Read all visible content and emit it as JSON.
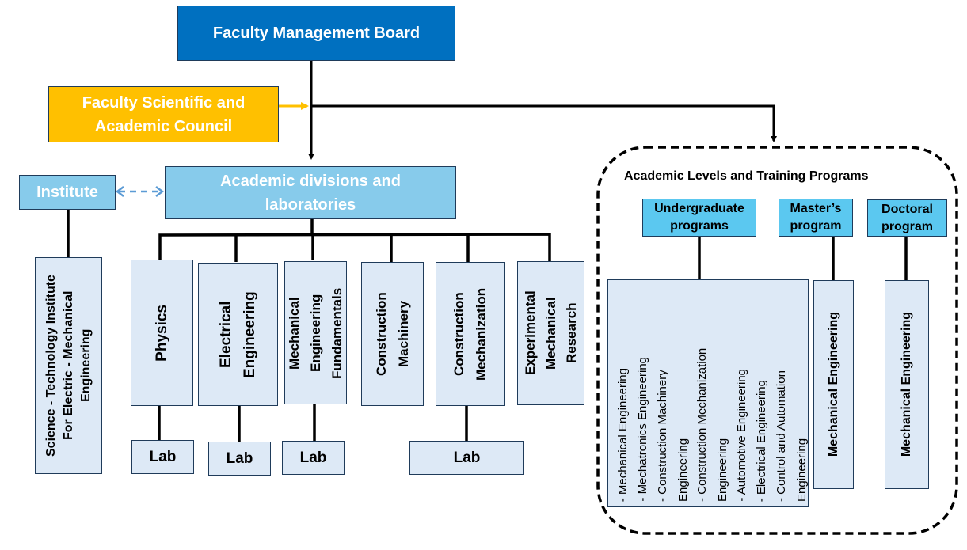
{
  "management_board": "Faculty Management Board",
  "scientific_council": "Faculty Scientific and Academic Council",
  "institute": "Institute",
  "academic_divisions": "Academic divisions and laboratories",
  "institute_child": "Science - Technology Institute For Electric - Mechanical Engineering",
  "departments": [
    {
      "name": "Physics",
      "has_lab": true
    },
    {
      "name": "Electrical Engineering",
      "has_lab": true
    },
    {
      "name": "Mechanical Engineering Fundamentals",
      "has_lab": true
    },
    {
      "name": "Construction Machinery",
      "has_lab": false
    },
    {
      "name": "Construction Mechanization",
      "has_lab": true
    },
    {
      "name": "Experimental Mechanical Research",
      "has_lab": false
    }
  ],
  "lab_label": "Lab",
  "programs": {
    "title": "Academic Levels and Training Programs",
    "undergraduate": {
      "label": "Undergraduate programs",
      "items": [
        "- Mechanical Engineering",
        "- Mechatronics Engineering",
        "- Construction Machinery Engineering",
        "- Construction Mechanization Engineering",
        "- Automotive Engineering",
        "- Electrical Engineering",
        "- Control and Automation Engineering"
      ]
    },
    "masters": {
      "label": "Master’s program",
      "items": [
        "Mechanical Engineering"
      ]
    },
    "doctoral": {
      "label": "Doctoral program",
      "items": [
        "Mechanical Engineering"
      ]
    }
  },
  "colors": {
    "management": "#0070c0",
    "council": "#ffc000",
    "divisions": "#87cbeb",
    "program_header": "#5bc8f0",
    "leaf": "#dde9f6"
  }
}
